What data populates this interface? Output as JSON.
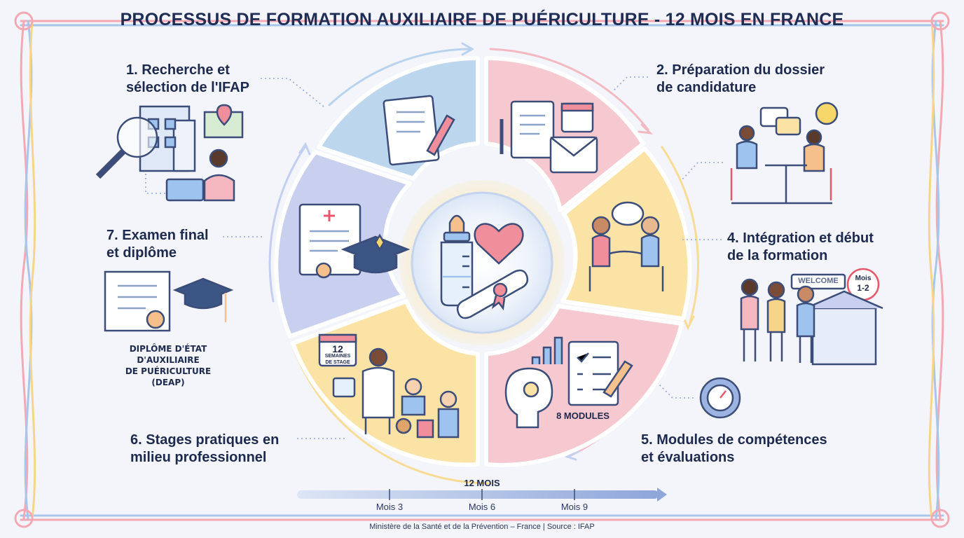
{
  "title": "PROCESSUS DE FORMATION AUXILIAIRE DE PUÉRICULTURE - 12 MOIS EN FRANCE",
  "steps": [
    {
      "label": "1. Recherche et\nsélection de l'IFAP"
    },
    {
      "label": "2. Préparation du dossier\nde candidature"
    },
    {
      "label": "4. Intégration et début\nde la formation"
    },
    {
      "label": "5. Modules de compétences\net évaluations"
    },
    {
      "label": "6. Stages pratiques en\nmilieu professionnel"
    },
    {
      "label": "7. Examen final\net diplôme"
    }
  ],
  "diploma_caption": "DIPLÔME D'ÉTAT\nD'AUXILIAIRE\nDE PUÉRICULTURE\n(DEAP)",
  "welcome_sign": "WELCOME",
  "month_badge": {
    "top": "Mois",
    "bottom": "1-2"
  },
  "modules_tag": "8 MODULES",
  "stage_calendar": {
    "number": "12",
    "caption": "SEMAINES\nDE STAGE"
  },
  "timeline": {
    "label": "12 MOIS",
    "marks": [
      "Mois 3",
      "Mois 6",
      "Mois 9"
    ]
  },
  "footer": "Ministère de la Santé et de la Prévention – France | Source : IFAP",
  "colors": {
    "blue": "#bcd6ee",
    "pink": "#f5c9cf",
    "yellow": "#fbe3a6",
    "lavender": "#c9cfee",
    "title": "#1f2d55"
  }
}
